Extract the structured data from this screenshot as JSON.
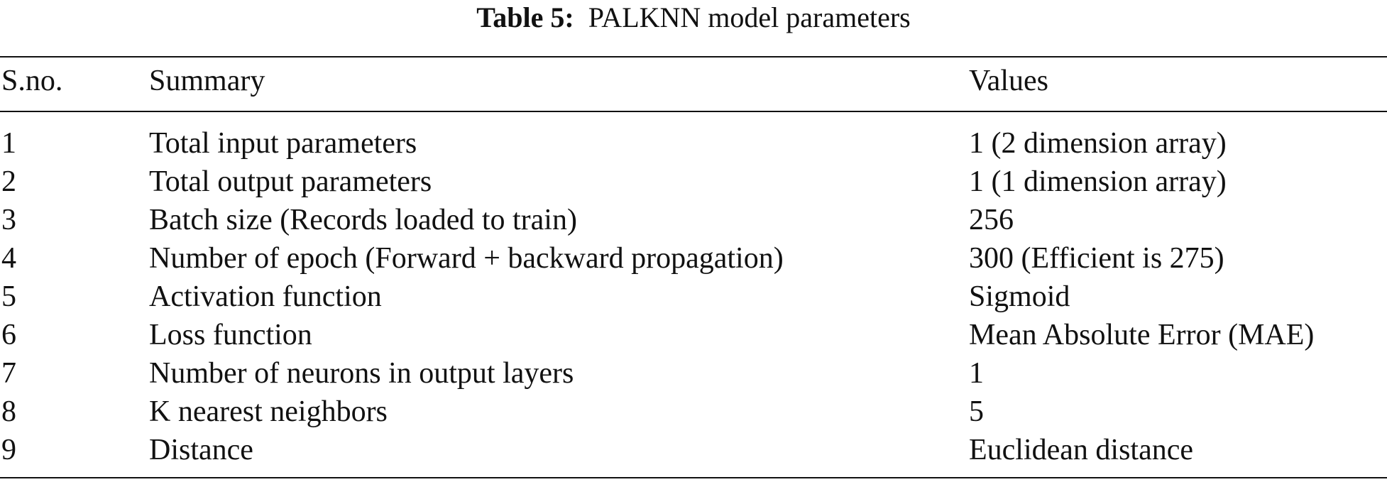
{
  "caption": {
    "label": "Table 5:",
    "title": "PALKNN model parameters"
  },
  "columns": {
    "sno": "S.no.",
    "summary": "Summary",
    "values": "Values"
  },
  "rows": [
    {
      "sno": "1",
      "summary": "Total input parameters",
      "value": "1 (2 dimension array)"
    },
    {
      "sno": "2",
      "summary": "Total output parameters",
      "value": "1 (1 dimension array)"
    },
    {
      "sno": "3",
      "summary": "Batch size (Records loaded to train)",
      "value": "256"
    },
    {
      "sno": "4",
      "summary": "Number of epoch (Forward + backward propagation)",
      "value": "300 (Efficient is 275)"
    },
    {
      "sno": "5",
      "summary": "Activation function",
      "value": "Sigmoid"
    },
    {
      "sno": "6",
      "summary": "Loss function",
      "value": "Mean Absolute Error (MAE)"
    },
    {
      "sno": "7",
      "summary": "Number of neurons in output layers",
      "value": "1"
    },
    {
      "sno": "8",
      "summary": "K nearest neighbors",
      "value": "5"
    },
    {
      "sno": "9",
      "summary": "Distance",
      "value": "Euclidean distance"
    }
  ]
}
